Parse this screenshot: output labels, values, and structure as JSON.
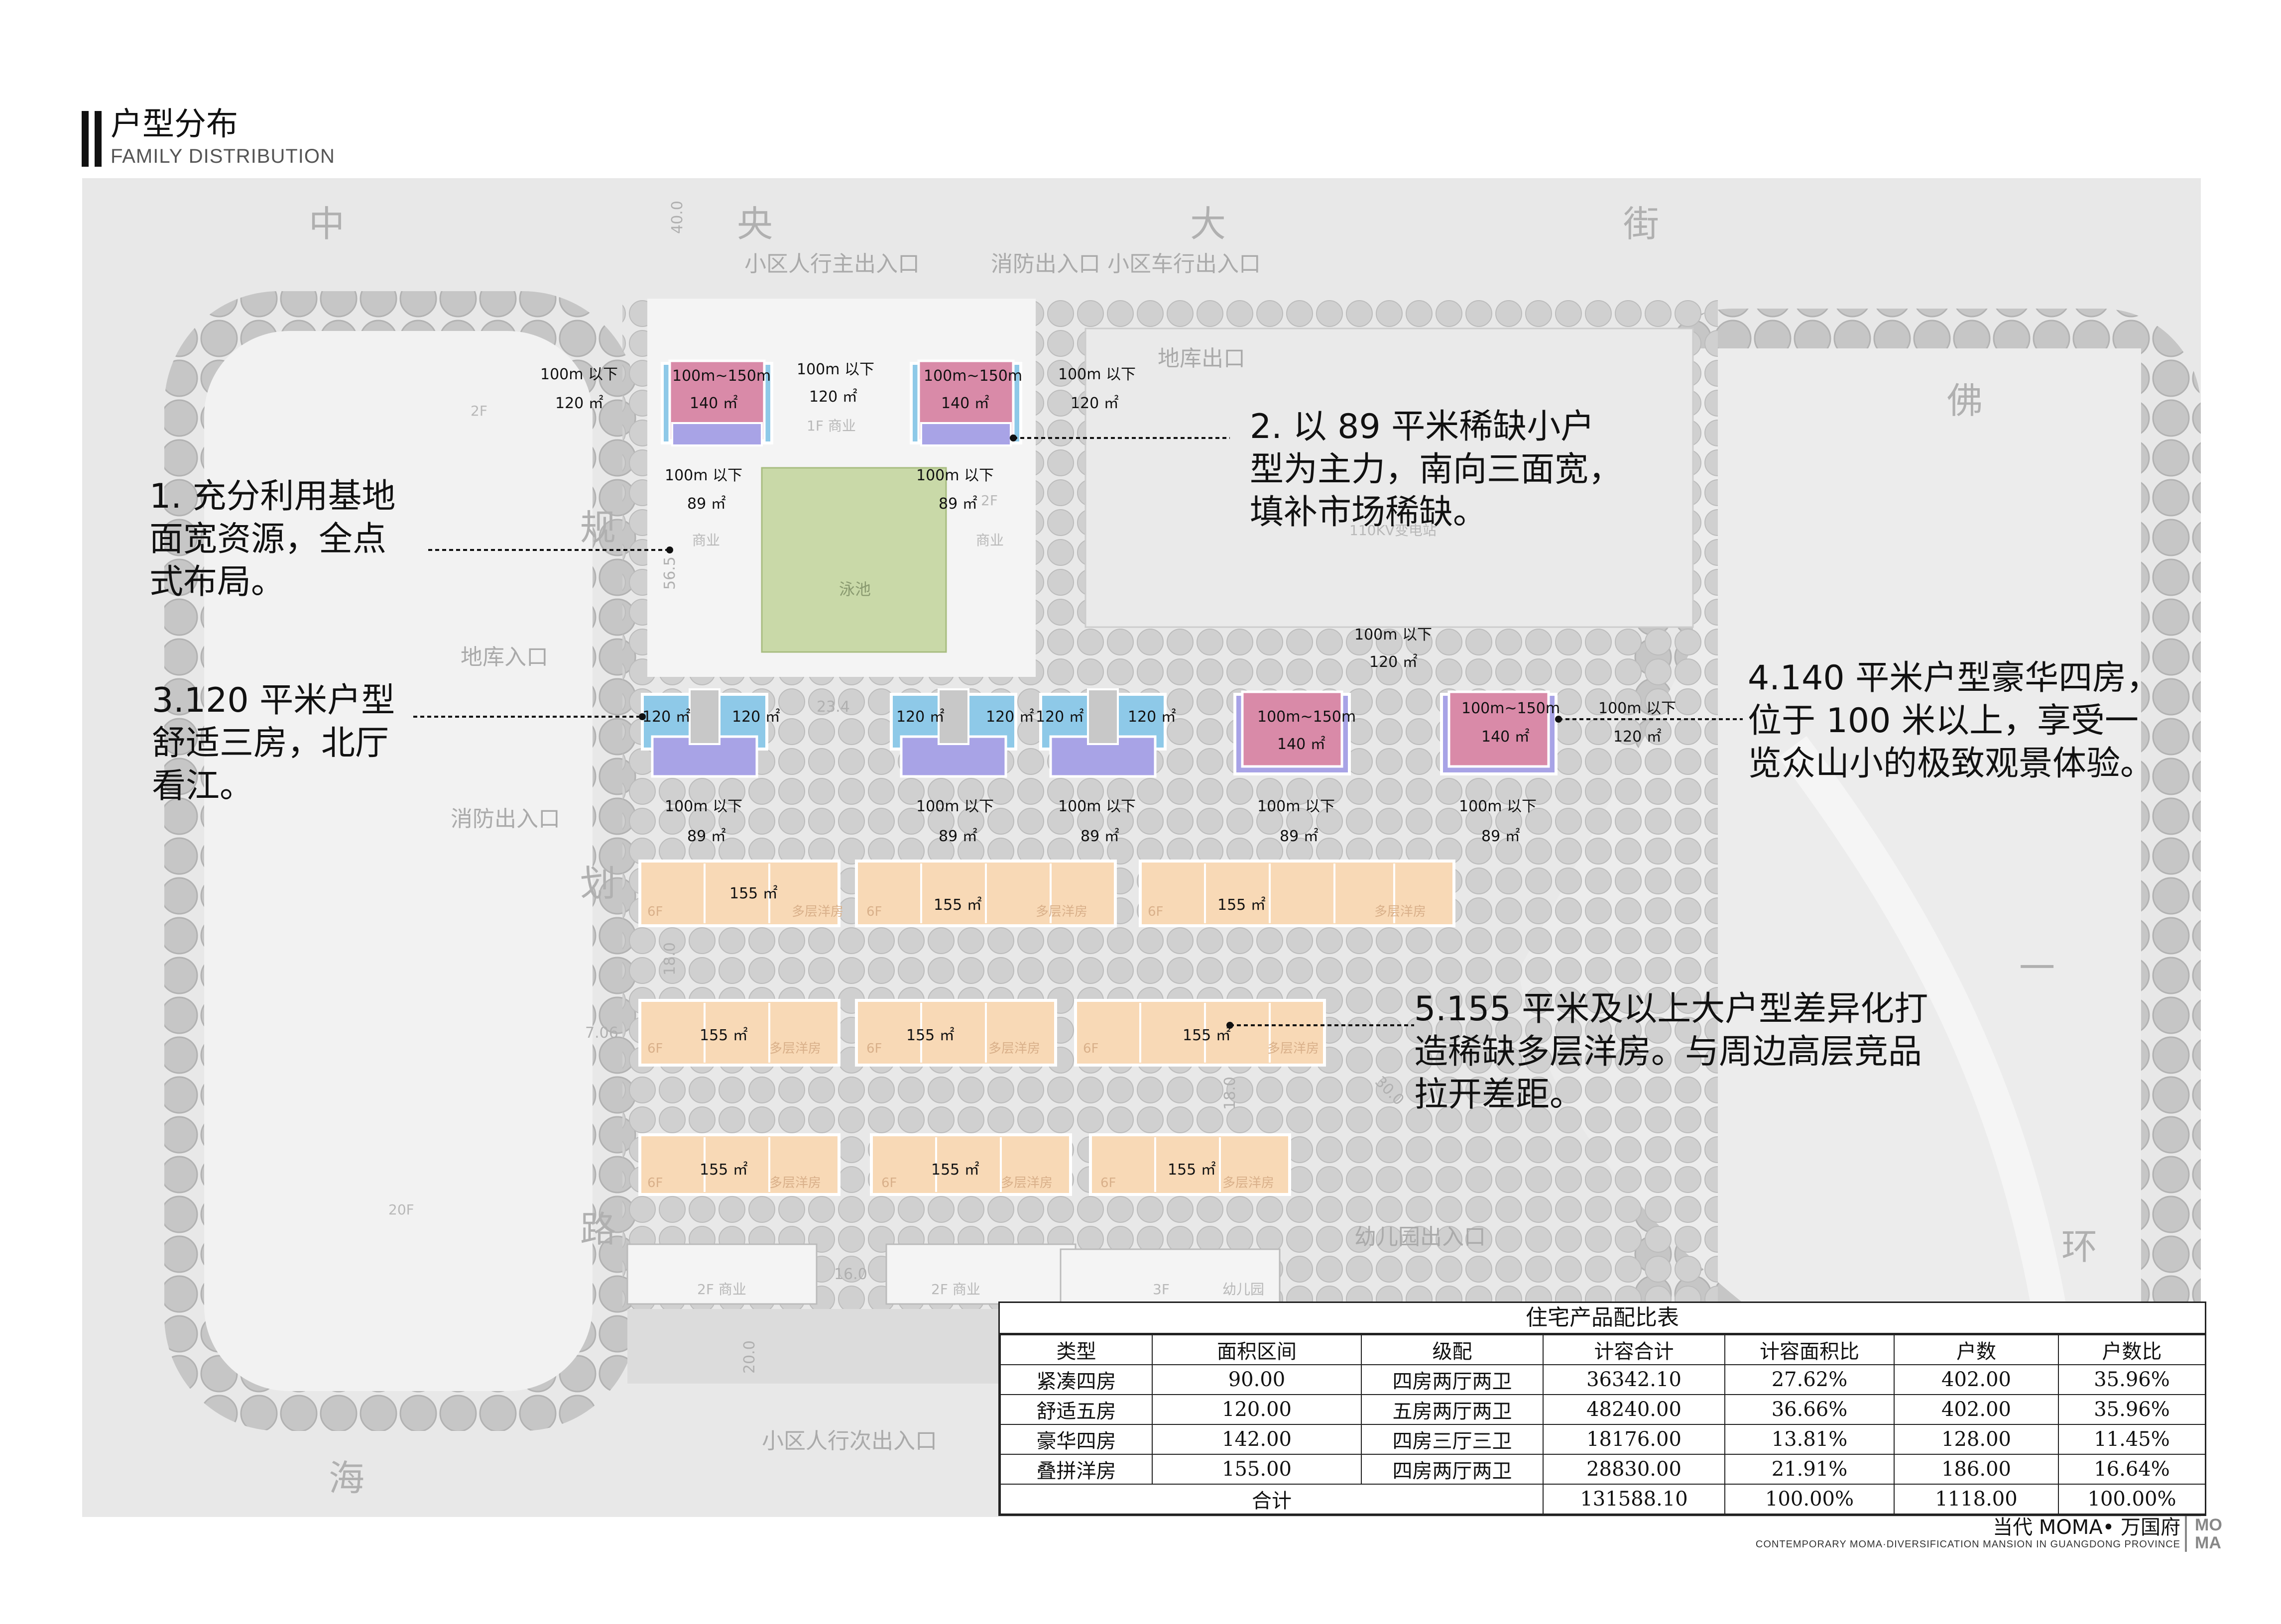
{
  "header": {
    "title": "户型分布",
    "subtitle": "FAMILY DISTRIBUTION"
  },
  "roads": {
    "north": [
      "中",
      "央",
      "大",
      "街"
    ],
    "west": [
      "规",
      "划",
      "路"
    ],
    "east": [
      "佛",
      "一",
      "环"
    ],
    "southwest": "海"
  },
  "map_labels": {
    "ped_main_entrance": "小区人行主出入口",
    "fire_vehicle_entrance": "消防出入口 小区车行出入口",
    "garage_entrance_ne": "地库出口",
    "garage_entrance_w": "地库入口",
    "fire_entrance_w": "消防出入口",
    "kindergarten_entrance": "幼儿园出入口",
    "ped_secondary_entrance": "小区人行次出入口",
    "substation": "110KV变电站",
    "pool": "泳池",
    "commercial": "商业",
    "commercial_1f": "1F   商业",
    "commercial_2f": "2F   商业",
    "kindergarten": "幼儿园",
    "floors_2f": "2F",
    "floors_3f": "3F",
    "floors_6f": "6F",
    "floors_20f": "20F",
    "lowrise": "多层洋房",
    "dim_400": "40.0",
    "dim_565": "56.5",
    "dim_234": "23.4",
    "dim_180": "18.0",
    "dim_706": "7.06",
    "dim_300": "30.0",
    "dim_200": "20.0",
    "dim_160": "16.0"
  },
  "towers": {
    "lt100": "100m 以下",
    "range_100_150": "100m~150m",
    "area_89": "89 ㎡",
    "area_120": "120 ㎡",
    "area_140": "140 ㎡",
    "area_155": "155 ㎡"
  },
  "notes": {
    "n1": [
      "1. 充分利用基地",
      "面宽资源，全点",
      "式布局。"
    ],
    "n2": [
      "2. 以 89 平米稀缺小户",
      "型为主力，南向三面宽，",
      "填补市场稀缺。"
    ],
    "n3": [
      "3.120 平米户型",
      "舒适三房，北厅",
      "看江。"
    ],
    "n4": [
      "4.140 平米户型豪华四房，",
      "位于 100 米以上，享受一",
      "览众山小的极致观景体验。"
    ],
    "n5": [
      "5.155 平米及以上大户型差异化打",
      "造稀缺多层洋房。与周边高层竞品",
      "拉开差距。"
    ]
  },
  "product_table": {
    "title": "住宅产品配比表",
    "headers": [
      "类型",
      "面积区间",
      "级配",
      "计容合计",
      "计容面积比",
      "户数",
      "户数比"
    ],
    "rows": [
      [
        "紧凑四房",
        "90.00",
        "四房两厅两卫",
        "36342.10",
        "27.62%",
        "402.00",
        "35.96%"
      ],
      [
        "舒适五房",
        "120.00",
        "五房两厅两卫",
        "48240.00",
        "36.66%",
        "402.00",
        "35.96%"
      ],
      [
        "豪华四房",
        "142.00",
        "四房三厅三卫",
        "18176.00",
        "13.81%",
        "128.00",
        "11.45%"
      ],
      [
        "叠拼洋房",
        "155.00",
        "四房两厅两卫",
        "28830.00",
        "21.91%",
        "186.00",
        "16.64%"
      ]
    ],
    "total": {
      "label": "合计",
      "gfa": "131588.10",
      "gfa_ratio": "100.00%",
      "units": "1118.00",
      "unit_ratio": "100.00%"
    }
  },
  "footer": {
    "brand": "当代 MOMA• 万国府",
    "tagline": "CONTEMPORARY MOMA·DIVERSIFICATION MANSION IN GUANGDONG PROVINCE",
    "logo_top": "MO",
    "logo_bottom": "MA"
  },
  "colors": {
    "tower_pink": "#d98aa8",
    "tower_blue": "#8ec9e8",
    "tower_purple": "#a8a3e6",
    "villa_peach": "#f8d9b6",
    "pool_green": "#c9d9a8",
    "map_gray": "#e6e6e6",
    "tree_gray": "#c4c4c4"
  }
}
